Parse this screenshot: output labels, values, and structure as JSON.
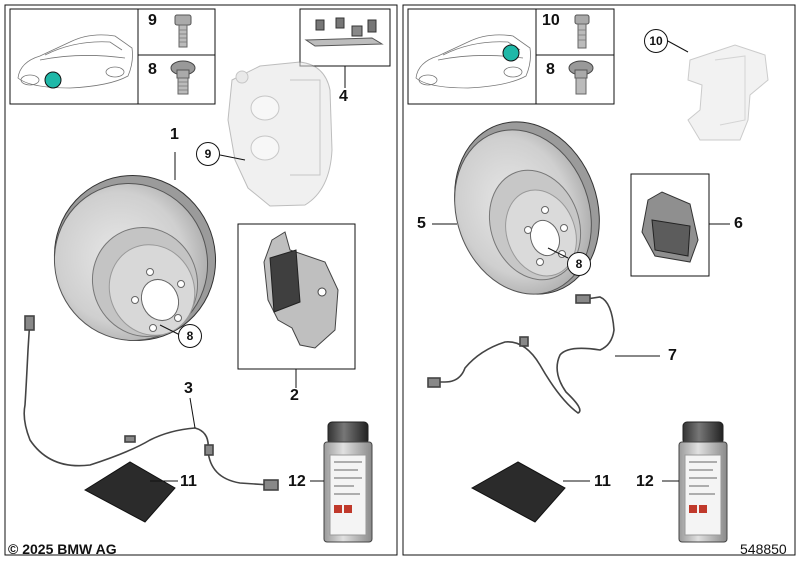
{
  "copyright": "© 2025 BMW AG",
  "diagram_id": "548850",
  "left_panel": {
    "header_part_top": "9",
    "header_part_bottom": "8",
    "labels": {
      "disc": "1",
      "pad_kit": "2",
      "wear_sensor": "3",
      "clip_kit": "4",
      "disc_screw": "8",
      "caliper_bolt": "9",
      "paste_sachet": "11",
      "spray_can": "12"
    }
  },
  "right_panel": {
    "header_part_top": "10",
    "header_part_bottom": "8",
    "labels": {
      "disc": "5",
      "pad_kit": "6",
      "wear_sensor": "7",
      "disc_screw": "8",
      "caliper_carrier": "10",
      "paste_sachet": "11",
      "spray_can": "12"
    }
  },
  "colors": {
    "line": "#111111",
    "marker_left": "#1fb8a8",
    "marker_right": "#1fb8a8",
    "disc": "#c9c9c9",
    "disc_dark": "#8e8e8e",
    "pad": "#4a4a4a"
  }
}
